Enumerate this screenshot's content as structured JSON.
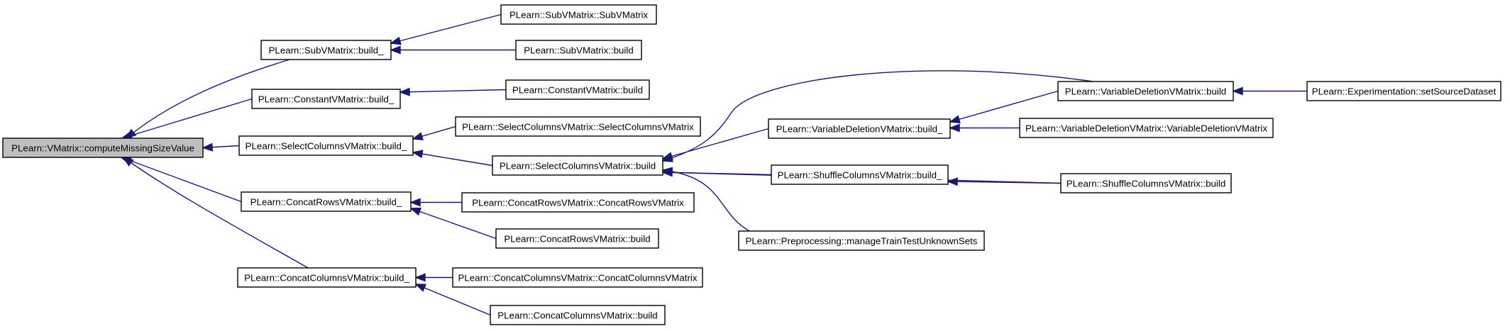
{
  "graph": {
    "edge_color": "#191970",
    "root_fill": "#bfbfbf",
    "nodes": [
      {
        "id": "root",
        "label": "PLearn::VMatrix::computeMissingSizeValue"
      },
      {
        "id": "sub_b",
        "label": "PLearn::SubVMatrix::build_"
      },
      {
        "id": "const_b",
        "label": "PLearn::ConstantVMatrix::build_"
      },
      {
        "id": "selcol_b",
        "label": "PLearn::SelectColumnsVMatrix::build_"
      },
      {
        "id": "crow_b",
        "label": "PLearn::ConcatRowsVMatrix::build_"
      },
      {
        "id": "ccol_b",
        "label": "PLearn::ConcatColumnsVMatrix::build_"
      },
      {
        "id": "sub_ctor",
        "label": "PLearn::SubVMatrix::SubVMatrix"
      },
      {
        "id": "sub_build",
        "label": "PLearn::SubVMatrix::build"
      },
      {
        "id": "const_build",
        "label": "PLearn::ConstantVMatrix::build"
      },
      {
        "id": "selcol_ctor",
        "label": "PLearn::SelectColumnsVMatrix::SelectColumnsVMatrix"
      },
      {
        "id": "selcol_build",
        "label": "PLearn::SelectColumnsVMatrix::build"
      },
      {
        "id": "crow_ctor",
        "label": "PLearn::ConcatRowsVMatrix::ConcatRowsVMatrix"
      },
      {
        "id": "crow_build",
        "label": "PLearn::ConcatRowsVMatrix::build"
      },
      {
        "id": "ccol_ctor",
        "label": "PLearn::ConcatColumnsVMatrix::ConcatColumnsVMatrix"
      },
      {
        "id": "ccol_build",
        "label": "PLearn::ConcatColumnsVMatrix::build"
      },
      {
        "id": "vardel_b",
        "label": "PLearn::VariableDeletionVMatrix::build_"
      },
      {
        "id": "shuf_b",
        "label": "PLearn::ShuffleColumnsVMatrix::build_"
      },
      {
        "id": "preproc",
        "label": "PLearn::Preprocessing::manageTrainTestUnknownSets"
      },
      {
        "id": "vardel_build",
        "label": "PLearn::VariableDeletionVMatrix::build"
      },
      {
        "id": "vardel_ctor",
        "label": "PLearn::VariableDeletionVMatrix::VariableDeletionVMatrix"
      },
      {
        "id": "shuf_build",
        "label": "PLearn::ShuffleColumnsVMatrix::build"
      },
      {
        "id": "exp_set",
        "label": "PLearn::Experimentation::setSourceDataset"
      }
    ],
    "edges": [
      {
        "from": "sub_b",
        "to": "root"
      },
      {
        "from": "const_b",
        "to": "root"
      },
      {
        "from": "selcol_b",
        "to": "root"
      },
      {
        "from": "crow_b",
        "to": "root"
      },
      {
        "from": "ccol_b",
        "to": "root"
      },
      {
        "from": "sub_ctor",
        "to": "sub_b"
      },
      {
        "from": "sub_build",
        "to": "sub_b"
      },
      {
        "from": "const_build",
        "to": "const_b"
      },
      {
        "from": "selcol_ctor",
        "to": "selcol_b"
      },
      {
        "from": "selcol_build",
        "to": "selcol_b"
      },
      {
        "from": "crow_ctor",
        "to": "crow_b"
      },
      {
        "from": "crow_build",
        "to": "crow_b"
      },
      {
        "from": "ccol_ctor",
        "to": "ccol_b"
      },
      {
        "from": "ccol_build",
        "to": "ccol_b"
      },
      {
        "from": "vardel_build",
        "to": "selcol_build"
      },
      {
        "from": "vardel_b",
        "to": "selcol_build"
      },
      {
        "from": "shuf_build",
        "to": "selcol_build"
      },
      {
        "from": "shuf_b",
        "to": "selcol_build"
      },
      {
        "from": "preproc",
        "to": "selcol_build"
      },
      {
        "from": "vardel_build",
        "to": "vardel_b"
      },
      {
        "from": "vardel_ctor",
        "to": "vardel_b"
      },
      {
        "from": "shuf_build",
        "to": "shuf_b"
      },
      {
        "from": "exp_set",
        "to": "vardel_build"
      }
    ]
  }
}
